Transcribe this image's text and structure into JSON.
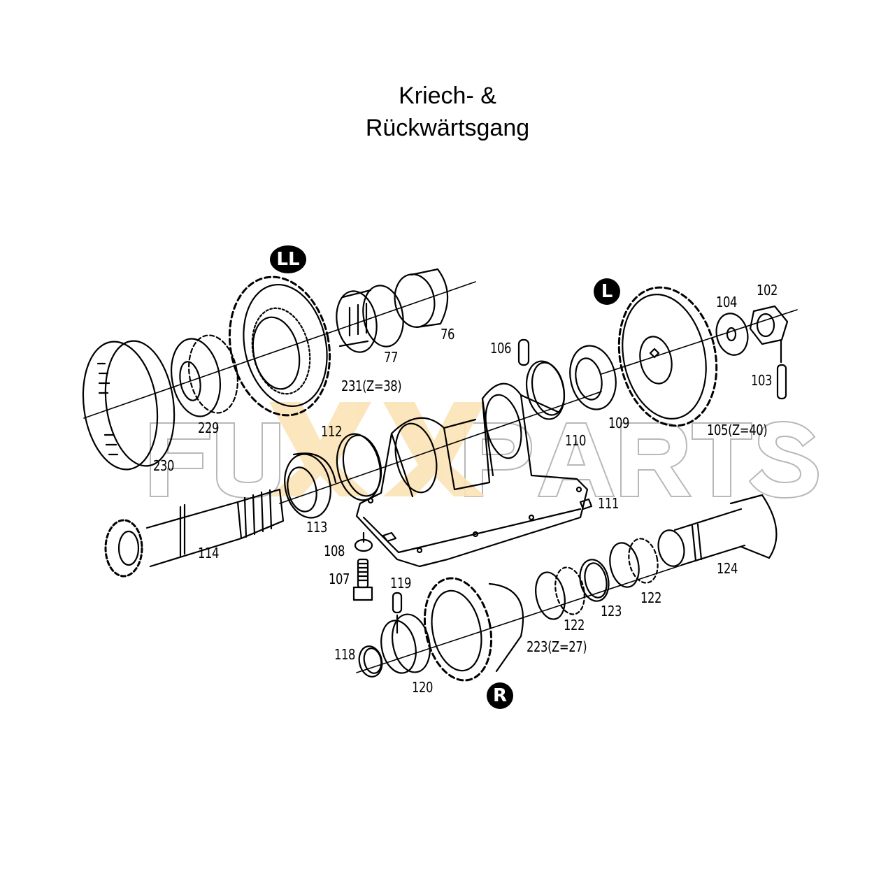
{
  "title": {
    "line1": "Kriech- &",
    "line2": "Rückwärtsgang"
  },
  "watermark": {
    "text_left": "FU",
    "text_mid": "XX",
    "text_right": "PARTS",
    "outline_color": "#b8b8b8",
    "accent_color": "#fbe3b6"
  },
  "badges": {
    "ll": "LL",
    "l": "L",
    "r": "R"
  },
  "parts": {
    "p76": "76",
    "p77": "77",
    "p102": "102",
    "p103": "103",
    "p104": "104",
    "p105": "105(Z=40)",
    "p106": "106",
    "p107": "107",
    "p108": "108",
    "p109": "109",
    "p110": "110",
    "p111": "111",
    "p112": "112",
    "p113": "113",
    "p114": "114",
    "p118": "118",
    "p119": "119",
    "p120": "120",
    "p122a": "122",
    "p122b": "122",
    "p123": "123",
    "p124": "124",
    "p223": "223(Z=27)",
    "p229": "229",
    "p230": "230",
    "p231": "231(Z=38)"
  },
  "colors": {
    "line": "#000000",
    "background": "#ffffff"
  }
}
